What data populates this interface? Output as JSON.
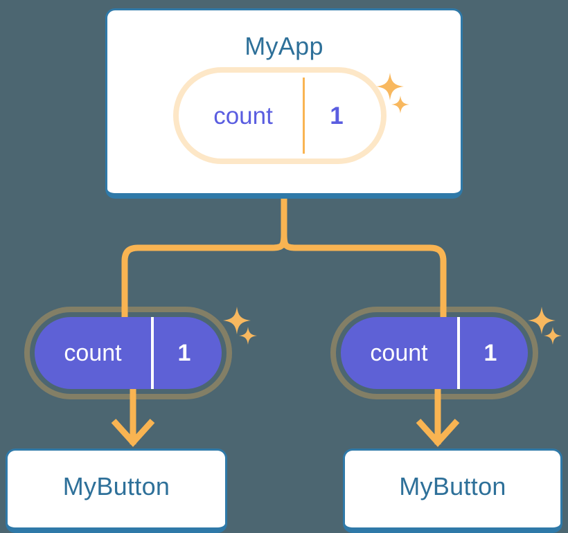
{
  "theme": {
    "background": "#4c6671",
    "card_background": "#ffffff",
    "card_border": "#2f79a8",
    "title_text": "#2e7099",
    "accent_orange": "#f9b452",
    "accent_orange_soft": "#fbd9a6",
    "state_purple": "#5e61d6",
    "state_purple_text": "#5a5de0",
    "pill_text_light": "#ffffff"
  },
  "diagram": {
    "type": "component-state-tree",
    "root": {
      "title": "MyApp",
      "state_pill": {
        "key": "count",
        "value": "1",
        "style": "outlined"
      },
      "sparkle": "sparkle-icon"
    },
    "branches": [
      {
        "state_pill": {
          "key": "count",
          "value": "1",
          "style": "filled"
        },
        "sparkle": "sparkle-icon",
        "consumer": {
          "title": "MyButton"
        }
      },
      {
        "state_pill": {
          "key": "count",
          "value": "1",
          "style": "filled"
        },
        "sparkle": "sparkle-icon",
        "consumer": {
          "title": "MyButton"
        }
      }
    ],
    "connectors": {
      "root_to_split": "vertical-line",
      "split": "tee-split",
      "pill_to_consumer": "down-arrow"
    }
  }
}
